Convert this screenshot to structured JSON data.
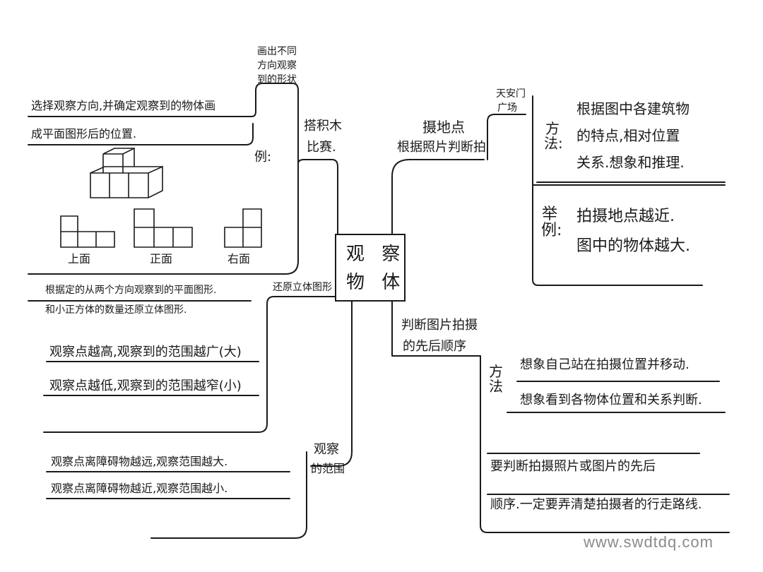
{
  "center": {
    "line1": "观 察",
    "line2": "物 体"
  },
  "left_top": {
    "note": [
      "画出不同",
      "方向观察",
      "到的形状"
    ],
    "branch": [
      "搭积木",
      "比赛."
    ],
    "desc": [
      "选择观察方向,并确定观察到的物体画",
      "成平面图形后的位置."
    ],
    "example_label": "例:",
    "views": [
      "上面",
      "正面",
      "右面"
    ],
    "bottom": [
      "根据定的从两个方向观察到的平面图形.",
      "和小正方体的数量还原立体图形."
    ]
  },
  "left_mid": {
    "branch": "还原立体图形",
    "lines": [
      "观察点越高,观察到的范围越广(大)",
      "观察点越低,观察到的范围越窄(小)"
    ]
  },
  "left_bottom": {
    "branch": [
      "观察",
      "的范围"
    ],
    "lines": [
      "观察点离障碍物越远,观察范围越大.",
      "观察点离障碍物越近,观察范围越小."
    ]
  },
  "right_top": {
    "branch": [
      "摄地点",
      "根据照片判断拍"
    ],
    "sub": [
      "天安门",
      "广场"
    ],
    "method_label": "方法:",
    "method": [
      "根据图中各建筑物",
      "的特点,相对位置",
      "关系.想象和推理."
    ],
    "example_label": "举例:",
    "example": [
      "拍摄地点越近.",
      "图中的物体越大."
    ]
  },
  "right_bottom": {
    "branch": [
      "判断图片拍摄",
      "的先后顺序"
    ],
    "method_label": "方法",
    "method": [
      "想象自己站在拍摄位置并移动.",
      "想象看到各物体位置和关系判断."
    ],
    "note": [
      "要判断拍摄照片或图片的先后",
      "顺序.一定要弄清楚拍摄者的行走路线."
    ]
  },
  "watermark": "www.swdtdq.com"
}
